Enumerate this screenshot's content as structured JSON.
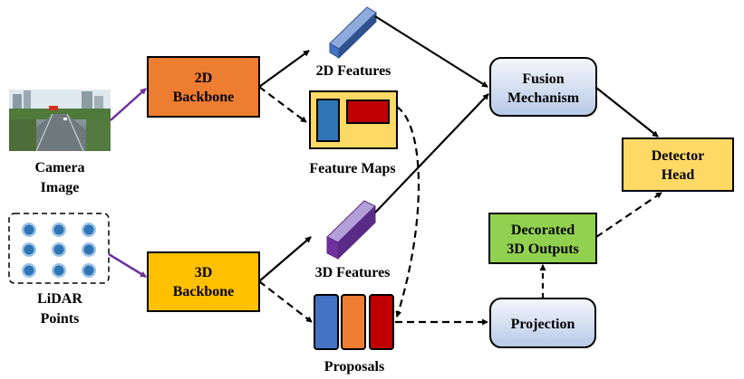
{
  "nodes": {
    "backbone_2d": {
      "line1": "2D",
      "line2": "Backbone",
      "fill": "#ED7D31"
    },
    "backbone_3d": {
      "line1": "3D",
      "line2": "Backbone",
      "fill": "#FFC000"
    },
    "fusion": {
      "line1": "Fusion",
      "line2": "Mechanism"
    },
    "detector": {
      "line1": "Detector",
      "line2": "Head",
      "fill": "#FFD966"
    },
    "decorated": {
      "line1": "Decorated",
      "line2": "3D Outputs",
      "fill": "#92D050"
    },
    "projection": {
      "label": "Projection"
    }
  },
  "labels": {
    "camera": {
      "line1": "Camera",
      "line2": "Image"
    },
    "lidar": {
      "line1": "LiDAR",
      "line2": "Points"
    },
    "features_2d": "2D Features",
    "feature_maps": "Feature Maps",
    "features_3d": "3D Features",
    "proposals": "Proposals"
  },
  "colors": {
    "input_arrow": "#7030A0",
    "lidar_point": "#2E75B6",
    "feature_2d_block": "#4472C4",
    "feature_3d_block": "#7030A0",
    "feature_map_bg": "#FFD966",
    "proposal_blue": "#4472C4",
    "proposal_orange": "#ED7D31",
    "proposal_red": "#C00000"
  }
}
